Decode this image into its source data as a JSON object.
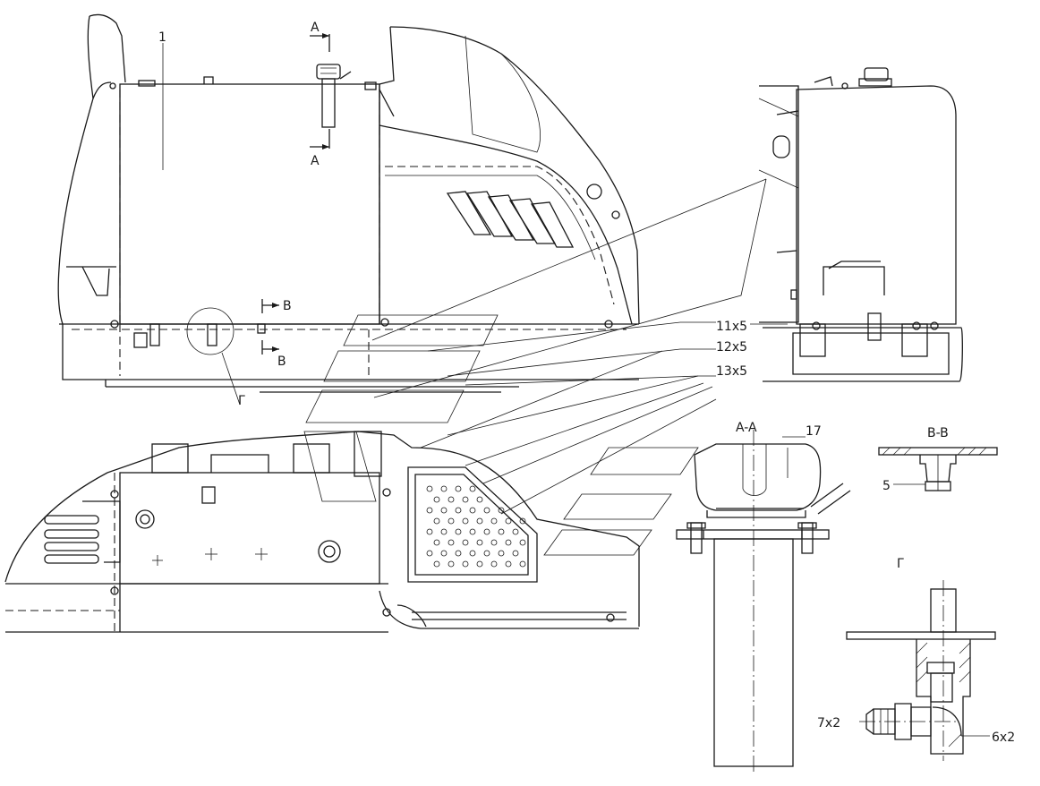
{
  "labels": {
    "part_1": "1",
    "section_a_top": "A",
    "section_a_bottom": "A",
    "section_b_top": "B",
    "section_b_bottom": "B",
    "detail_g": "Г",
    "callout_11": "11x5",
    "callout_12": "12x5",
    "callout_13": "13x5",
    "view_aa_title": "A-A",
    "part_17": "17",
    "view_bb_title": "B-B",
    "part_5": "5",
    "detail_g_title": "Г",
    "part_7": "7x2",
    "part_6": "6x2"
  }
}
